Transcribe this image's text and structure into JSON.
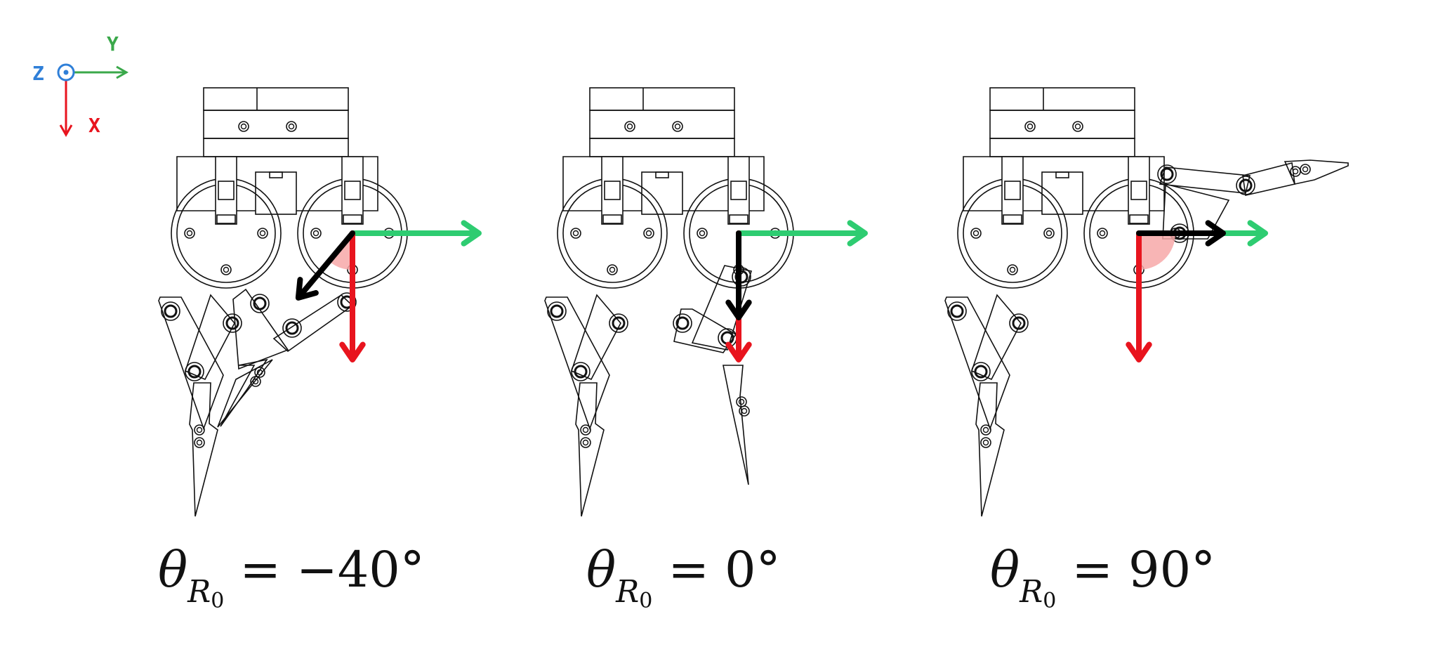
{
  "axes_legend": {
    "x_label": "X",
    "y_label": "Y",
    "z_label": "Z",
    "x_color": "#e8141e",
    "y_color": "#3aa84a",
    "z_color": "#2f7fd8"
  },
  "colors": {
    "red_arrow": "#e8141e",
    "green_arrow": "#2ecc71",
    "black_arrow": "#000000",
    "angle_fill": "#f7a8a8",
    "outline": "#111111"
  },
  "panels": [
    {
      "symbol": "θ",
      "subscript_letter": "R",
      "subscript_digit": "0",
      "equals": "=",
      "value": "−40°",
      "angle_deg": -40
    },
    {
      "symbol": "θ",
      "subscript_letter": "R",
      "subscript_digit": "0",
      "equals": "=",
      "value": "0°",
      "angle_deg": 0
    },
    {
      "symbol": "θ",
      "subscript_letter": "R",
      "subscript_digit": "0",
      "equals": "=",
      "value": "90°",
      "angle_deg": 90
    }
  ]
}
